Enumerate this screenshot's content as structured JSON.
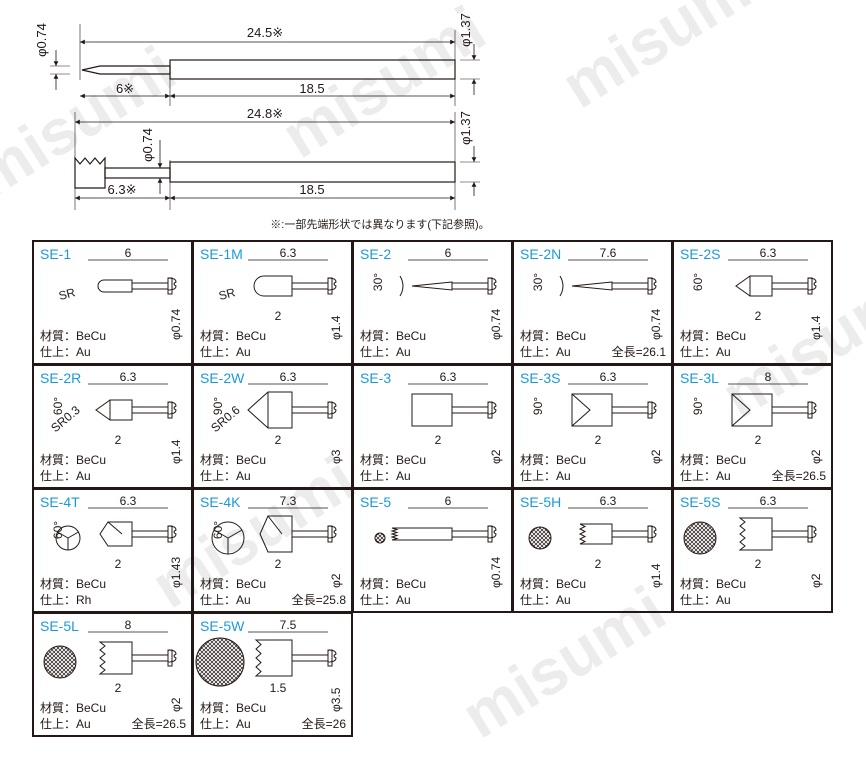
{
  "watermark": "misumi",
  "top_drawings": {
    "pin1": {
      "total": "24.5※",
      "tip": "6※",
      "body": "18.5",
      "dia_tip": "φ0.74",
      "dia_body": "φ1.37"
    },
    "pin2": {
      "total": "24.8※",
      "tip": "6.3※",
      "body": "18.5",
      "dia_tip": "φ0.74",
      "dia_body": "φ1.37"
    },
    "note": "※:一部先端形状では異なります(下記参照)。"
  },
  "labels": {
    "material": "材質：",
    "finish": "仕上："
  },
  "cells": [
    {
      "name": "SE-1",
      "mat": "BeCu",
      "fin": "Au",
      "total": "",
      "dims": [
        "6",
        "SR",
        "φ0.74"
      ]
    },
    {
      "name": "SE-1M",
      "mat": "BeCu",
      "fin": "Au",
      "total": "",
      "dims": [
        "6.3",
        "SR",
        "2",
        "φ1.4"
      ]
    },
    {
      "name": "SE-2",
      "mat": "BeCu",
      "fin": "Au",
      "total": "",
      "dims": [
        "6",
        "30°",
        "φ0.74"
      ]
    },
    {
      "name": "SE-2N",
      "mat": "BeCu",
      "fin": "Au",
      "total": "全長=26.1",
      "dims": [
        "7.6",
        "30°",
        "φ0.74"
      ]
    },
    {
      "name": "SE-2S",
      "mat": "BeCu",
      "fin": "Au",
      "total": "",
      "dims": [
        "6.3",
        "60°",
        "2",
        "φ1.4"
      ]
    },
    {
      "name": "SE-2R",
      "mat": "BeCu",
      "fin": "Au",
      "total": "",
      "dims": [
        "6.3",
        "60°",
        "SR0.3",
        "2",
        "φ1.4"
      ]
    },
    {
      "name": "SE-2W",
      "mat": "BeCu",
      "fin": "Au",
      "total": "",
      "dims": [
        "6.3",
        "90°",
        "SR0.6",
        "2",
        "φ3"
      ]
    },
    {
      "name": "SE-3",
      "mat": "BeCu",
      "fin": "Au",
      "total": "",
      "dims": [
        "6.3",
        "2",
        "φ2"
      ]
    },
    {
      "name": "SE-3S",
      "mat": "BeCu",
      "fin": "Au",
      "total": "",
      "dims": [
        "6.3",
        "90°",
        "2",
        "φ2"
      ]
    },
    {
      "name": "SE-3L",
      "mat": "BeCu",
      "fin": "Au",
      "total": "全長=26.5",
      "dims": [
        "8",
        "90°",
        "2",
        "φ2"
      ]
    },
    {
      "name": "SE-4T",
      "mat": "BeCu",
      "fin": "Rh",
      "total": "",
      "dims": [
        "6.3",
        "60°",
        "2",
        "φ1.43"
      ]
    },
    {
      "name": "SE-4K",
      "mat": "BeCu",
      "fin": "Au",
      "total": "全長=25.8",
      "dims": [
        "7.3",
        "60°",
        "2",
        "φ2"
      ]
    },
    {
      "name": "SE-5",
      "mat": "BeCu",
      "fin": "Au",
      "total": "",
      "dims": [
        "6",
        "φ0.74"
      ]
    },
    {
      "name": "SE-5H",
      "mat": "BeCu",
      "fin": "Au",
      "total": "",
      "dims": [
        "6.3",
        "2",
        "φ1.4"
      ]
    },
    {
      "name": "SE-5S",
      "mat": "BeCu",
      "fin": "Au",
      "total": "",
      "dims": [
        "6.3",
        "2",
        "φ2"
      ]
    },
    {
      "name": "SE-5L",
      "mat": "BeCu",
      "fin": "Au",
      "total": "全長=26.5",
      "dims": [
        "8",
        "2",
        "φ2"
      ]
    },
    {
      "name": "SE-5W",
      "mat": "BeCu",
      "fin": "Au",
      "total": "全長=26",
      "dims": [
        "7.5",
        "1.5",
        "φ3.5"
      ]
    }
  ]
}
